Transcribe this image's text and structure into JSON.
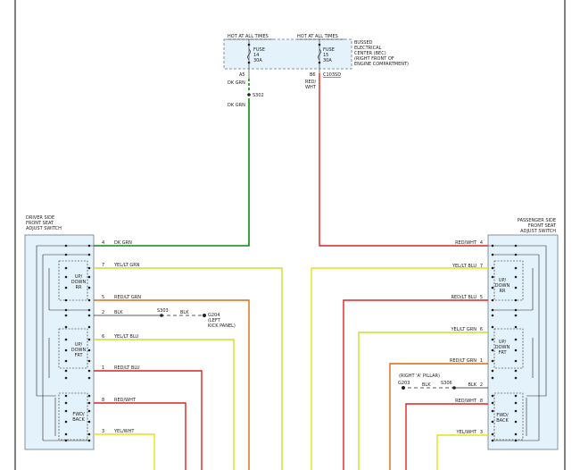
{
  "bec": {
    "hot_left": "HOT AT ALL TIMES",
    "hot_right": "HOT AT ALL TIMES",
    "fuse_left_name": "FUSE",
    "fuse_left_num": "14",
    "fuse_left_amp": "30A",
    "fuse_right_name": "FUSE",
    "fuse_right_num": "15",
    "fuse_right_amp": "30A",
    "title": [
      "BUSSED",
      "ELECTRICAL",
      "CENTER (BEC)",
      "(RIGHT FRONT OF",
      "ENGINE COMPARTMENT)"
    ],
    "pin_left": "A5",
    "pin_right": "B6",
    "connector_right": "C103SD"
  },
  "wires": {
    "dk_grn_top": "DK GRN",
    "splice": "S302",
    "dk_grn_bottom": "DK GRN",
    "red_wht_top": [
      "RED/",
      "WHT"
    ]
  },
  "driver": {
    "title": [
      "DRIVER SIDE",
      "FRONT SEAT",
      "ADJUST SWITCH"
    ],
    "pins": [
      {
        "num": "4",
        "wire": "DK GRN"
      },
      {
        "num": "7",
        "wire": "YEL/LT GRN"
      },
      {
        "num": "5",
        "wire": "RED/LT GRN"
      },
      {
        "num": "2",
        "wire": "BLK"
      },
      {
        "num": "6",
        "wire": "YEL/LT BLU"
      },
      {
        "num": "1",
        "wire": "RED/LT BLU"
      },
      {
        "num": "8",
        "wire": "RED/WHT"
      },
      {
        "num": "3",
        "wire": "YEL/WHT"
      }
    ],
    "sw_up_rr": [
      "UP/",
      "DOWN",
      "RR"
    ],
    "sw_up_frt": [
      "UP/",
      "DOWN",
      "FRT"
    ],
    "sw_fwd": [
      "FWD/",
      "BACK"
    ],
    "splice": "S303",
    "blk_label": "BLK",
    "ground": "G204",
    "ground_loc": [
      "(LEFT",
      "KICK PANEL)"
    ]
  },
  "passenger": {
    "title": [
      "PASSENGER SIDE",
      "FRONT SEAT",
      "ADJUST SWITCH"
    ],
    "pins": [
      {
        "num": "4",
        "wire": "RED/WHT"
      },
      {
        "num": "7",
        "wire": "YEL/LT BLU"
      },
      {
        "num": "5",
        "wire": "RED/LT BLU"
      },
      {
        "num": "6",
        "wire": "YEL/LT GRN"
      },
      {
        "num": "1",
        "wire": "RED/LT GRN"
      },
      {
        "num": "2",
        "wire": "BLK"
      },
      {
        "num": "8",
        "wire": "RED/WHT"
      },
      {
        "num": "3",
        "wire": "YEL/WHT"
      }
    ],
    "sw_up_rr": [
      "UP/",
      "DOWN",
      "RR"
    ],
    "sw_up_frt": [
      "UP/",
      "DOWN",
      "FRT"
    ],
    "sw_fwd": [
      "FWD/",
      "BACK"
    ],
    "ground_loc": "(RIGHT 'A' PILLAR)",
    "ground": "G203",
    "blk_label": "BLK",
    "splice": "S306"
  },
  "colors": {
    "green": "#0d8a0d",
    "red": "#e02020",
    "orange": "#d86a16",
    "yellow": "#e4e416",
    "yellow_green": "#c8e02a",
    "box_fill": "#e4f2fb",
    "box_stroke": "#6a7a86"
  }
}
